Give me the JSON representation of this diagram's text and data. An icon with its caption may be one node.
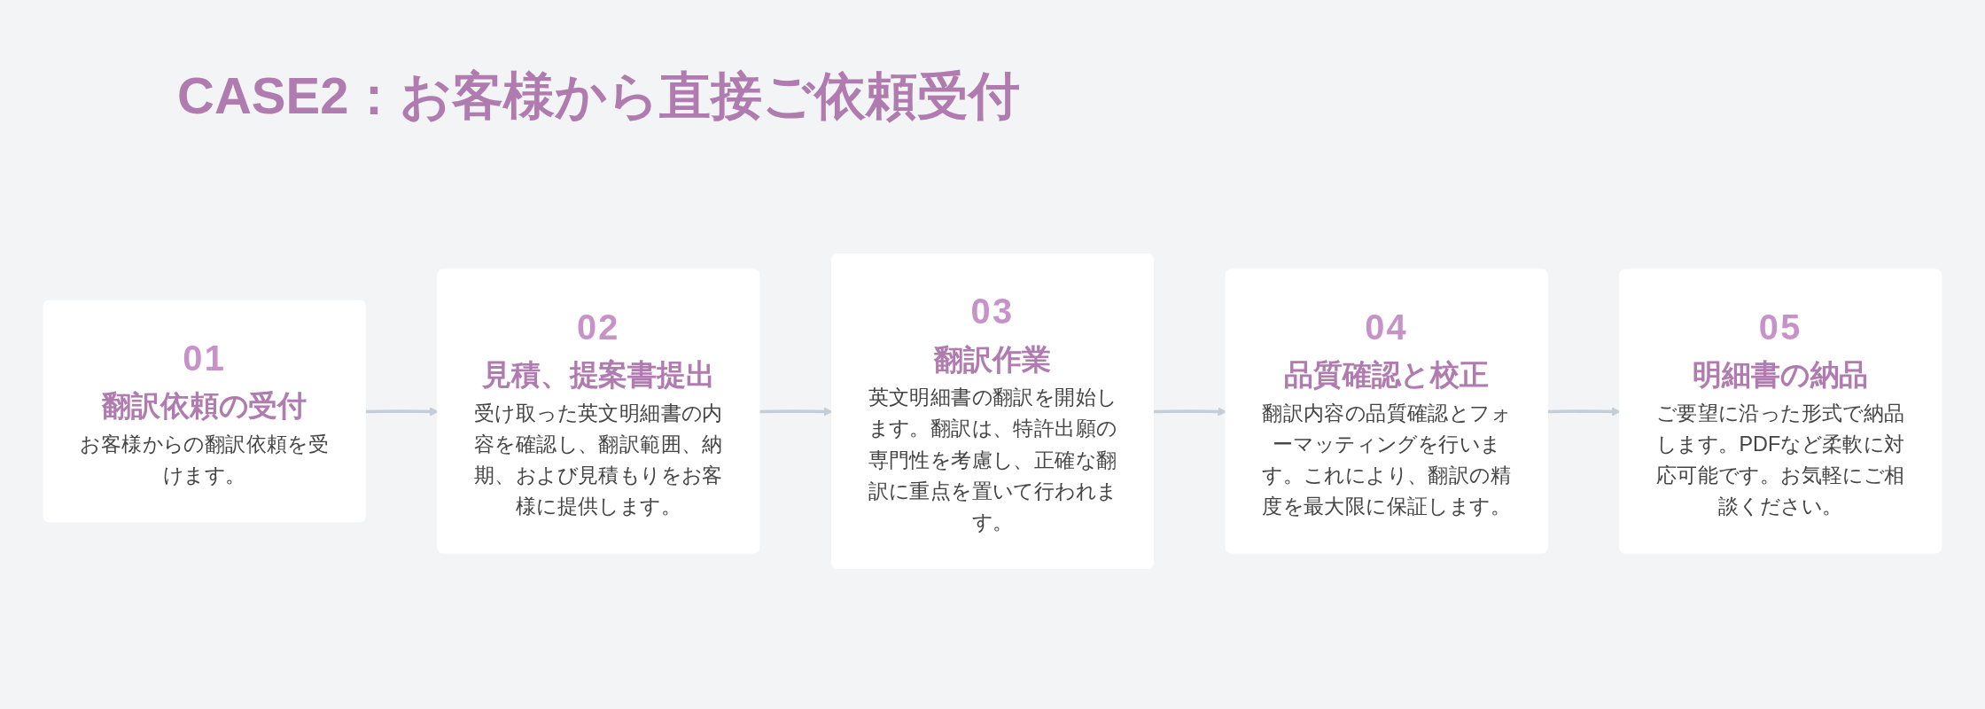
{
  "diagram": {
    "title": "CASE2：お客様から直接ご依頼受付",
    "nodes": [
      {
        "text": [
          "01",
          "翻訳依頼の受付",
          "お客様からの翻訳依頼を受けます。"
        ]
      },
      {
        "text": [
          "02",
          "見積、提案書提出",
          "受け取った英文明細書の内容を確認し、翻訳範囲、納期、および見積もりをお客様に提供します。"
        ]
      },
      {
        "text": [
          "03",
          "翻訳作業",
          "英文明細書の翻訳を開始します。翻訳は、特許出願の専門性を考慮し、正確な翻訳に重点を置いて行われます。"
        ]
      },
      {
        "text": [
          "04",
          "品質確認と校正",
          "翻訳内容の品質確認とフォーマッティングを行います。これにより、翻訳の精度を最大限に保証します。"
        ]
      },
      {
        "text": [
          "05",
          "明細書の納品",
          "ご要望に沿った形式で納品します。PDFなど柔軟に対応可能です。お気軽にご相談ください。"
        ]
      }
    ],
    "edges": [
      {
        "from": 0,
        "to": 1,
        "arrow": "to"
      },
      {
        "from": 1,
        "to": 2,
        "arrow": "to"
      },
      {
        "from": 2,
        "to": 3,
        "arrow": "to"
      },
      {
        "from": 3,
        "to": 4,
        "arrow": "to"
      }
    ]
  }
}
